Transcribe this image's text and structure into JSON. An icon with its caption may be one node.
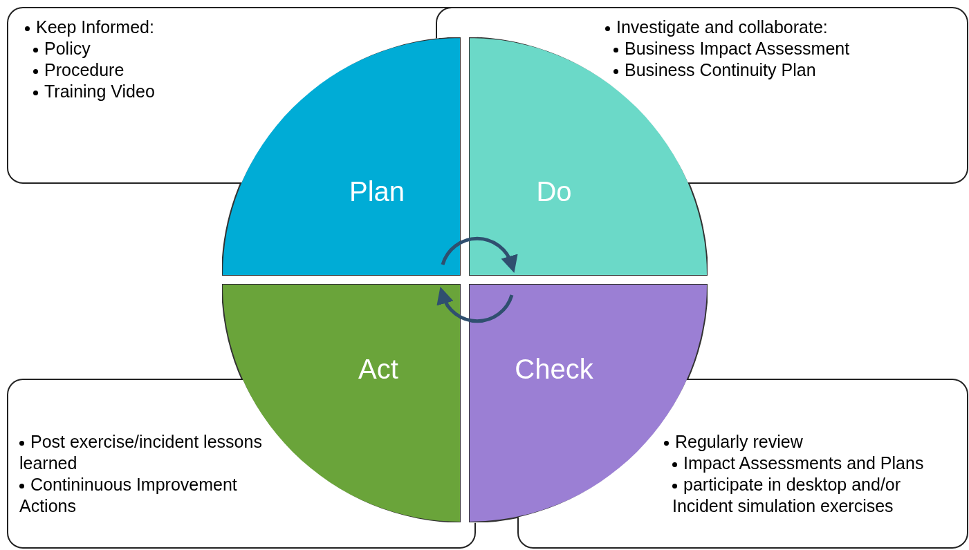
{
  "diagram": {
    "nodes": [
      {
        "text": [
          "Keep Informed:",
          "Policy",
          "Procedure",
          "Training Video"
        ]
      },
      {
        "text": [
          "Investigate and collaborate:",
          "Business Impact Assessment",
          "Business Continuity Plan"
        ]
      },
      {
        "text": [
          "Post exercise/incident lessons learned",
          "Contininuous Improvement Actions"
        ]
      },
      {
        "text": [
          "Regularly review",
          "Impact Assessments and Plans",
          "participate in desktop and/or Incident simulation exercises"
        ]
      },
      {
        "text": [
          "Plan"
        ]
      },
      {
        "text": [
          "Do"
        ]
      },
      {
        "text": [
          "Act"
        ]
      },
      {
        "text": [
          "Check"
        ]
      }
    ],
    "edges": [
      {
        "from": 4,
        "to": 5,
        "arrow": "to"
      },
      {
        "from": 7,
        "to": 6,
        "arrow": "to"
      }
    ]
  }
}
